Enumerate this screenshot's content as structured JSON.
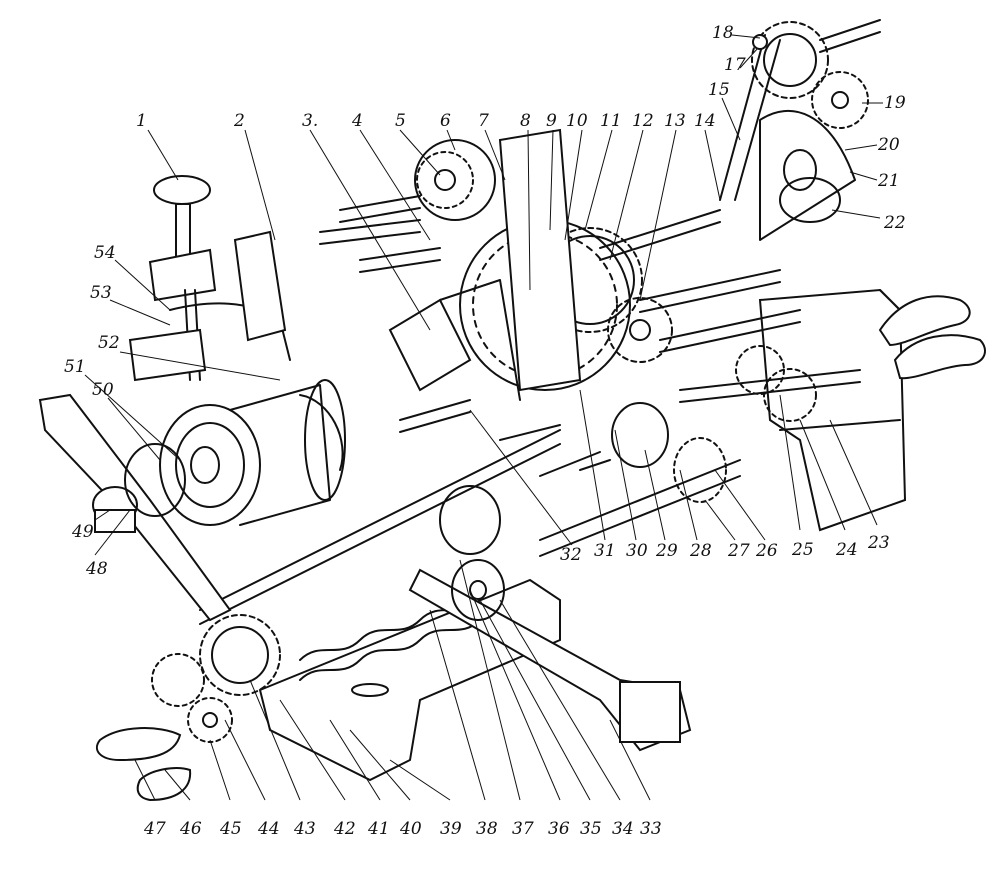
{
  "callouts": [
    {
      "n": "1",
      "label": "1"
    },
    {
      "n": "2",
      "label": "2"
    },
    {
      "n": "3",
      "label": "3."
    },
    {
      "n": "4",
      "label": "4"
    },
    {
      "n": "5",
      "label": "5"
    },
    {
      "n": "6",
      "label": "6"
    },
    {
      "n": "7",
      "label": "7"
    },
    {
      "n": "8",
      "label": "8"
    },
    {
      "n": "9",
      "label": "9"
    },
    {
      "n": "10",
      "label": "10"
    },
    {
      "n": "11",
      "label": "11"
    },
    {
      "n": "12",
      "label": "12"
    },
    {
      "n": "13",
      "label": "13"
    },
    {
      "n": "14",
      "label": "14"
    },
    {
      "n": "15",
      "label": "15"
    },
    {
      "n": "17",
      "label": "17"
    },
    {
      "n": "18",
      "label": "18"
    },
    {
      "n": "19",
      "label": "19"
    },
    {
      "n": "20",
      "label": "20"
    },
    {
      "n": "21",
      "label": "21"
    },
    {
      "n": "22",
      "label": "22"
    },
    {
      "n": "23",
      "label": "23"
    },
    {
      "n": "24",
      "label": "24"
    },
    {
      "n": "25",
      "label": "25"
    },
    {
      "n": "26",
      "label": "26"
    },
    {
      "n": "27",
      "label": "27"
    },
    {
      "n": "28",
      "label": "28"
    },
    {
      "n": "29",
      "label": "29"
    },
    {
      "n": "30",
      "label": "30"
    },
    {
      "n": "31",
      "label": "31"
    },
    {
      "n": "32",
      "label": "32"
    },
    {
      "n": "33",
      "label": "33"
    },
    {
      "n": "34",
      "label": "34"
    },
    {
      "n": "35",
      "label": "35"
    },
    {
      "n": "36",
      "label": "36"
    },
    {
      "n": "37",
      "label": "37"
    },
    {
      "n": "38",
      "label": "38"
    },
    {
      "n": "39",
      "label": "39"
    },
    {
      "n": "40",
      "label": "40"
    },
    {
      "n": "41",
      "label": "41"
    },
    {
      "n": "42",
      "label": "42"
    },
    {
      "n": "43",
      "label": "43"
    },
    {
      "n": "44",
      "label": "44"
    },
    {
      "n": "45",
      "label": "45"
    },
    {
      "n": "46",
      "label": "46"
    },
    {
      "n": "47",
      "label": "47"
    },
    {
      "n": "48",
      "label": "48"
    },
    {
      "n": "49",
      "label": "49"
    },
    {
      "n": "50",
      "label": "50"
    },
    {
      "n": "51",
      "label": "51"
    },
    {
      "n": "52",
      "label": "52"
    },
    {
      "n": "53",
      "label": "53"
    },
    {
      "n": "54",
      "label": "54"
    }
  ],
  "colors": {
    "ink": "#111111",
    "paper": "#ffffff"
  }
}
